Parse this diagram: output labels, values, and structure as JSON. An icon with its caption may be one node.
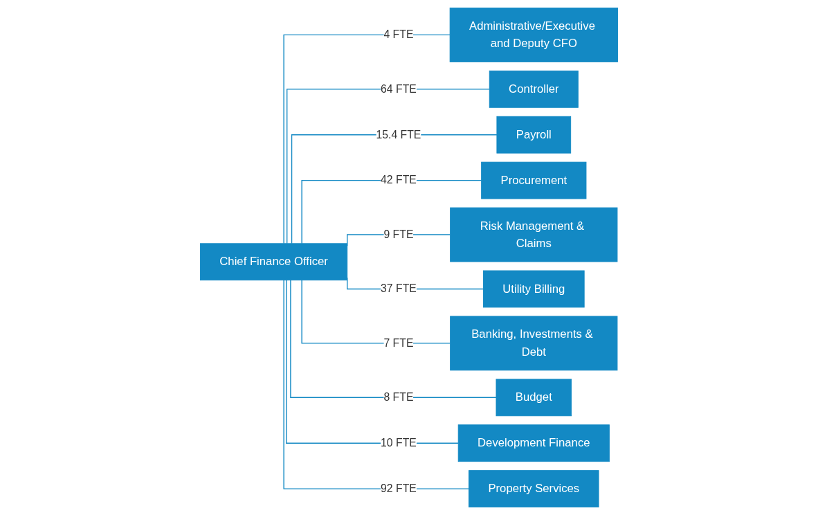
{
  "diagram": {
    "nodes": [
      {
        "text": [
          "Chief Finance Officer"
        ]
      },
      {
        "text": [
          "Administrative/Executive and Deputy CFO"
        ]
      },
      {
        "text": [
          "Controller"
        ]
      },
      {
        "text": [
          "Payroll"
        ]
      },
      {
        "text": [
          "Procurement"
        ]
      },
      {
        "text": [
          "Risk Management & Claims"
        ]
      },
      {
        "text": [
          "Utility Billing"
        ]
      },
      {
        "text": [
          "Banking, Investments & Debt"
        ]
      },
      {
        "text": [
          "Budget"
        ]
      },
      {
        "text": [
          "Development Finance"
        ]
      },
      {
        "text": [
          "Property Services"
        ]
      }
    ],
    "edges": [
      {
        "from": 0,
        "to": 1,
        "arrow": "none",
        "label": "4 FTE"
      },
      {
        "from": 0,
        "to": 2,
        "arrow": "none",
        "label": "64 FTE"
      },
      {
        "from": 0,
        "to": 3,
        "arrow": "none",
        "label": "15.4 FTE"
      },
      {
        "from": 0,
        "to": 4,
        "arrow": "none",
        "label": "42 FTE"
      },
      {
        "from": 0,
        "to": 5,
        "arrow": "none",
        "label": "9 FTE"
      },
      {
        "from": 0,
        "to": 6,
        "arrow": "none",
        "label": "37 FTE"
      },
      {
        "from": 0,
        "to": 7,
        "arrow": "none",
        "label": "7 FTE"
      },
      {
        "from": 0,
        "to": 8,
        "arrow": "none",
        "label": "8 FTE"
      },
      {
        "from": 0,
        "to": 9,
        "arrow": "none",
        "label": "10 FTE"
      },
      {
        "from": 0,
        "to": 10,
        "arrow": "none",
        "label": "92 FTE"
      }
    ]
  }
}
